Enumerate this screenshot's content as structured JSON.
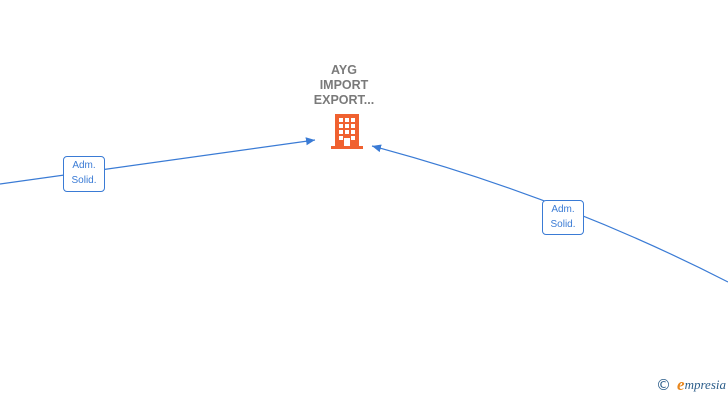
{
  "company": {
    "name_lines": [
      "AYG",
      "IMPORT",
      "EXPORT..."
    ],
    "icon": "building-icon",
    "icon_color": "#f06130"
  },
  "relations": [
    {
      "label_line1": "Adm.",
      "label_line2": "Solid."
    },
    {
      "label_line1": "Adm.",
      "label_line2": "Solid."
    }
  ],
  "colors": {
    "edge": "#3a7bd5",
    "label_text": "#7a7a7a",
    "brand": "#2b5d8a",
    "brand_accent": "#e8871e"
  },
  "footer": {
    "copyright_symbol": "©",
    "brand_first_letter": "e",
    "brand_rest": "mpresia"
  }
}
